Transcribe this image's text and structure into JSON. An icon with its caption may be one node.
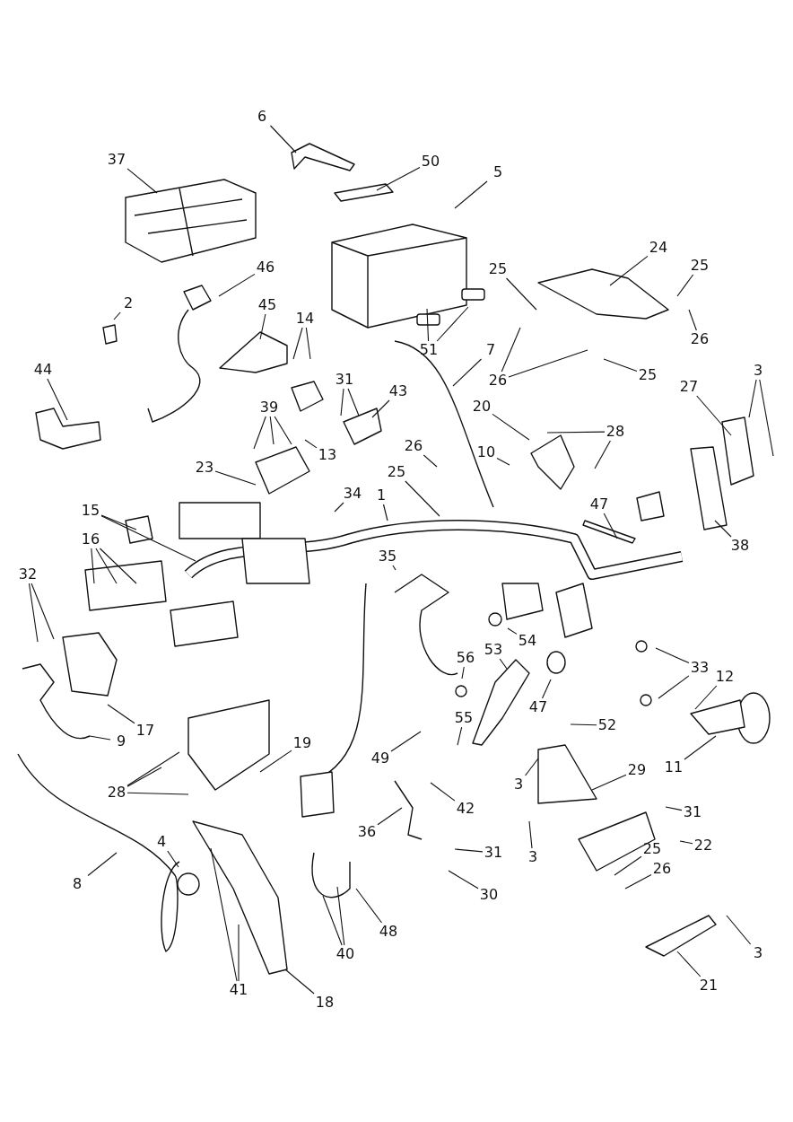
{
  "diagram": {
    "nodes": [
      {
        "text": [
          "6"
        ]
      },
      {
        "text": [
          "37"
        ]
      },
      {
        "text": [
          "50"
        ]
      },
      {
        "text": [
          "5"
        ]
      },
      {
        "text": [
          "24"
        ]
      },
      {
        "text": [
          "25"
        ]
      },
      {
        "text": [
          "25"
        ]
      },
      {
        "text": [
          "46"
        ]
      },
      {
        "text": [
          "2"
        ]
      },
      {
        "text": [
          "45"
        ]
      },
      {
        "text": [
          "14"
        ]
      },
      {
        "text": [
          "26"
        ]
      },
      {
        "text": [
          "51"
        ]
      },
      {
        "text": [
          "7"
        ]
      },
      {
        "text": [
          "44"
        ]
      },
      {
        "text": [
          "26"
        ]
      },
      {
        "text": [
          "25"
        ]
      },
      {
        "text": [
          "3"
        ]
      },
      {
        "text": [
          "31"
        ]
      },
      {
        "text": [
          "27"
        ]
      },
      {
        "text": [
          "43"
        ]
      },
      {
        "text": [
          "39"
        ]
      },
      {
        "text": [
          "20"
        ]
      },
      {
        "text": [
          "28"
        ]
      },
      {
        "text": [
          "26"
        ]
      },
      {
        "text": [
          "10"
        ]
      },
      {
        "text": [
          "13"
        ]
      },
      {
        "text": [
          "23"
        ]
      },
      {
        "text": [
          "25"
        ]
      },
      {
        "text": [
          "34"
        ]
      },
      {
        "text": [
          "1"
        ]
      },
      {
        "text": [
          "47"
        ]
      },
      {
        "text": [
          "15"
        ]
      },
      {
        "text": [
          "16"
        ]
      },
      {
        "text": [
          "38"
        ]
      },
      {
        "text": [
          "35"
        ]
      },
      {
        "text": [
          "32"
        ]
      },
      {
        "text": [
          "54"
        ]
      },
      {
        "text": [
          "53"
        ]
      },
      {
        "text": [
          "56"
        ]
      },
      {
        "text": [
          "33"
        ]
      },
      {
        "text": [
          "12"
        ]
      },
      {
        "text": [
          "47"
        ]
      },
      {
        "text": [
          "55"
        ]
      },
      {
        "text": [
          "52"
        ]
      },
      {
        "text": [
          "17"
        ]
      },
      {
        "text": [
          "9"
        ]
      },
      {
        "text": [
          "19"
        ]
      },
      {
        "text": [
          "49"
        ]
      },
      {
        "text": [
          "11"
        ]
      },
      {
        "text": [
          "29"
        ]
      },
      {
        "text": [
          "3"
        ]
      },
      {
        "text": [
          "28"
        ]
      },
      {
        "text": [
          "42"
        ]
      },
      {
        "text": [
          "31"
        ]
      },
      {
        "text": [
          "36"
        ]
      },
      {
        "text": [
          "4"
        ]
      },
      {
        "text": [
          "22"
        ]
      },
      {
        "text": [
          "25"
        ]
      },
      {
        "text": [
          "31"
        ]
      },
      {
        "text": [
          "3"
        ]
      },
      {
        "text": [
          "26"
        ]
      },
      {
        "text": [
          "8"
        ]
      },
      {
        "text": [
          "30"
        ]
      },
      {
        "text": [
          "48"
        ]
      },
      {
        "text": [
          "40"
        ]
      },
      {
        "text": [
          "3"
        ]
      },
      {
        "text": [
          "21"
        ]
      },
      {
        "text": [
          "41"
        ]
      },
      {
        "text": [
          "18"
        ]
      }
    ],
    "edges": [
      {
        "from": 0,
        "to": null,
        "arrow": "none"
      },
      {
        "from": 1,
        "to": null,
        "arrow": "none"
      },
      {
        "from": 2,
        "to": null,
        "arrow": "none"
      },
      {
        "from": 3,
        "to": null,
        "arrow": "none"
      },
      {
        "from": 4,
        "to": null,
        "arrow": "none"
      },
      {
        "from": 5,
        "to": null,
        "arrow": "none"
      },
      {
        "from": 6,
        "to": null,
        "arrow": "none"
      },
      {
        "from": 7,
        "to": null,
        "arrow": "none"
      },
      {
        "from": 8,
        "to": null,
        "arrow": "none"
      },
      {
        "from": 9,
        "to": null,
        "arrow": "none"
      },
      {
        "from": 10,
        "to": null,
        "arrow": "none"
      },
      {
        "from": 10,
        "to": null,
        "arrow": "none"
      },
      {
        "from": 11,
        "to": null,
        "arrow": "none"
      },
      {
        "from": 12,
        "to": null,
        "arrow": "none"
      },
      {
        "from": 12,
        "to": null,
        "arrow": "none"
      },
      {
        "from": 13,
        "to": null,
        "arrow": "none"
      },
      {
        "from": 14,
        "to": null,
        "arrow": "none"
      },
      {
        "from": 15,
        "to": null,
        "arrow": "none"
      },
      {
        "from": 15,
        "to": null,
        "arrow": "none"
      },
      {
        "from": 16,
        "to": null,
        "arrow": "none"
      },
      {
        "from": 17,
        "to": null,
        "arrow": "none"
      },
      {
        "from": 17,
        "to": null,
        "arrow": "none"
      },
      {
        "from": 18,
        "to": null,
        "arrow": "none"
      },
      {
        "from": 18,
        "to": null,
        "arrow": "none"
      },
      {
        "from": 19,
        "to": null,
        "arrow": "none"
      },
      {
        "from": 20,
        "to": null,
        "arrow": "none"
      },
      {
        "from": 21,
        "to": null,
        "arrow": "none"
      },
      {
        "from": 21,
        "to": null,
        "arrow": "none"
      },
      {
        "from": 21,
        "to": null,
        "arrow": "none"
      },
      {
        "from": 22,
        "to": null,
        "arrow": "none"
      },
      {
        "from": 23,
        "to": null,
        "arrow": "none"
      },
      {
        "from": 23,
        "to": null,
        "arrow": "none"
      },
      {
        "from": 24,
        "to": null,
        "arrow": "none"
      },
      {
        "from": 25,
        "to": null,
        "arrow": "none"
      },
      {
        "from": 26,
        "to": null,
        "arrow": "none"
      },
      {
        "from": 27,
        "to": null,
        "arrow": "none"
      },
      {
        "from": 28,
        "to": null,
        "arrow": "none"
      },
      {
        "from": 29,
        "to": null,
        "arrow": "none"
      },
      {
        "from": 30,
        "to": null,
        "arrow": "none"
      },
      {
        "from": 31,
        "to": null,
        "arrow": "none"
      },
      {
        "from": 32,
        "to": null,
        "arrow": "none"
      },
      {
        "from": 32,
        "to": null,
        "arrow": "none"
      },
      {
        "from": 33,
        "to": null,
        "arrow": "none"
      },
      {
        "from": 33,
        "to": null,
        "arrow": "none"
      },
      {
        "from": 33,
        "to": null,
        "arrow": "none"
      },
      {
        "from": 34,
        "to": null,
        "arrow": "none"
      },
      {
        "from": 35,
        "to": null,
        "arrow": "none"
      },
      {
        "from": 36,
        "to": null,
        "arrow": "none"
      },
      {
        "from": 36,
        "to": null,
        "arrow": "none"
      },
      {
        "from": 37,
        "to": null,
        "arrow": "none"
      },
      {
        "from": 38,
        "to": null,
        "arrow": "none"
      },
      {
        "from": 39,
        "to": null,
        "arrow": "none"
      },
      {
        "from": 40,
        "to": null,
        "arrow": "none"
      },
      {
        "from": 40,
        "to": null,
        "arrow": "none"
      },
      {
        "from": 41,
        "to": null,
        "arrow": "none"
      },
      {
        "from": 42,
        "to": null,
        "arrow": "none"
      },
      {
        "from": 43,
        "to": null,
        "arrow": "none"
      },
      {
        "from": 44,
        "to": null,
        "arrow": "none"
      },
      {
        "from": 45,
        "to": null,
        "arrow": "none"
      },
      {
        "from": 46,
        "to": null,
        "arrow": "none"
      },
      {
        "from": 47,
        "to": null,
        "arrow": "none"
      },
      {
        "from": 48,
        "to": null,
        "arrow": "none"
      },
      {
        "from": 49,
        "to": null,
        "arrow": "none"
      },
      {
        "from": 50,
        "to": null,
        "arrow": "none"
      },
      {
        "from": 51,
        "to": null,
        "arrow": "none"
      },
      {
        "from": 52,
        "to": null,
        "arrow": "none"
      },
      {
        "from": 52,
        "to": null,
        "arrow": "none"
      },
      {
        "from": 52,
        "to": null,
        "arrow": "none"
      },
      {
        "from": 53,
        "to": null,
        "arrow": "none"
      },
      {
        "from": 54,
        "to": null,
        "arrow": "none"
      },
      {
        "from": 55,
        "to": null,
        "arrow": "none"
      },
      {
        "from": 56,
        "to": null,
        "arrow": "none"
      },
      {
        "from": 57,
        "to": null,
        "arrow": "none"
      },
      {
        "from": 58,
        "to": null,
        "arrow": "none"
      },
      {
        "from": 59,
        "to": null,
        "arrow": "none"
      },
      {
        "from": 60,
        "to": null,
        "arrow": "none"
      },
      {
        "from": 61,
        "to": null,
        "arrow": "none"
      },
      {
        "from": 62,
        "to": null,
        "arrow": "none"
      },
      {
        "from": 63,
        "to": null,
        "arrow": "none"
      },
      {
        "from": 64,
        "to": null,
        "arrow": "none"
      },
      {
        "from": 65,
        "to": null,
        "arrow": "none"
      },
      {
        "from": 65,
        "to": null,
        "arrow": "none"
      },
      {
        "from": 66,
        "to": null,
        "arrow": "none"
      },
      {
        "from": 67,
        "to": null,
        "arrow": "none"
      },
      {
        "from": 68,
        "to": null,
        "arrow": "none"
      },
      {
        "from": 68,
        "to": null,
        "arrow": "none"
      },
      {
        "from": 69,
        "to": null,
        "arrow": "none"
      }
    ]
  }
}
